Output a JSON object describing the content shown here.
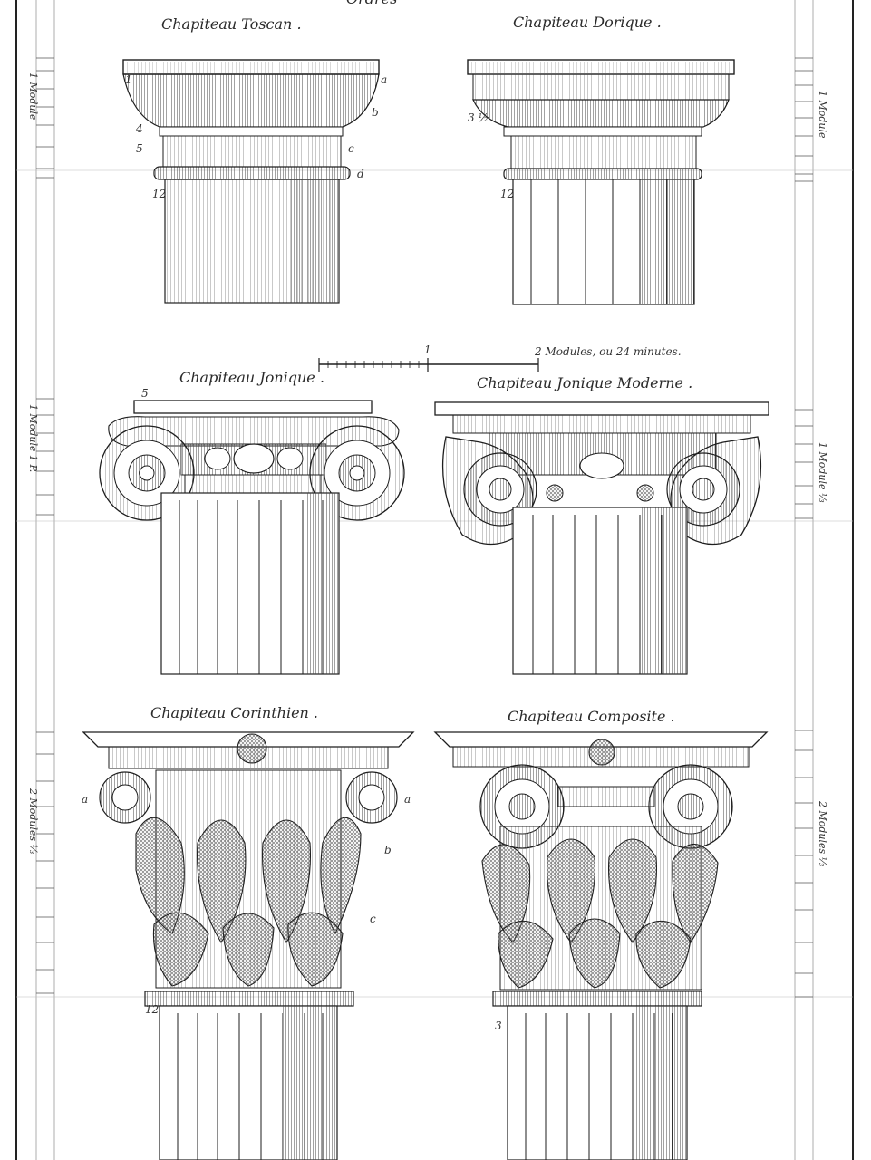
{
  "plate": {
    "header_fragment": "Ordres",
    "scale": {
      "tick_label": "1",
      "caption": "2 Modules, ou 24 minutes."
    }
  },
  "capitals": [
    {
      "id": "toscan",
      "title": "Chapiteau Toscan .",
      "letters": [
        "a",
        "b",
        "c",
        "d"
      ],
      "numbers": [
        "1",
        "4",
        "5",
        "12"
      ]
    },
    {
      "id": "dorique",
      "title": "Chapiteau Dorique .",
      "letters": [],
      "numbers": [
        "3 ½",
        "12"
      ]
    },
    {
      "id": "jonique",
      "title": "Chapiteau Jonique .",
      "letters": [],
      "numbers": [
        "5"
      ]
    },
    {
      "id": "jonique-moderne",
      "title": "Chapiteau Jonique Moderne .",
      "letters": [],
      "numbers": []
    },
    {
      "id": "corinthien",
      "title": "Chapiteau Corinthien .",
      "letters": [
        "a",
        "a",
        "b",
        "c"
      ],
      "numbers": [
        "12"
      ]
    },
    {
      "id": "composite",
      "title": "Chapiteau Composite .",
      "letters": [],
      "numbers": [
        "3"
      ]
    }
  ],
  "side_scales": {
    "left": [
      "1 Module",
      "1 Module 1 P.",
      "2 Modules ⅓"
    ],
    "right": [
      "1 Module",
      "1 Module ⅓",
      "2 Modules ⅓"
    ]
  },
  "colors": {
    "ink": "#1e1e1e",
    "paper": "#ffffff",
    "shade": "#5a5a5a"
  }
}
